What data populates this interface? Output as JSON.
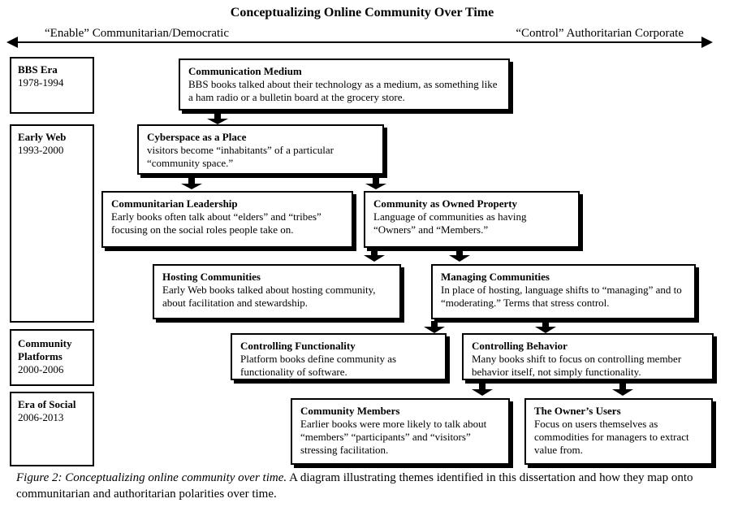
{
  "title": "Conceptualizing Online Community Over Time",
  "poles": {
    "left": "“Enable” Communitarian/Democratic",
    "right": "“Control” Authoritarian Corporate"
  },
  "eras": [
    {
      "name": "BBS Era",
      "years": "1978-1994"
    },
    {
      "name": "Early Web",
      "years": "1993-2000"
    },
    {
      "name": "Community Platforms",
      "years": "2000-2006"
    },
    {
      "name": "Era of Social",
      "years": "2006-2013"
    }
  ],
  "themes": [
    {
      "title": "Communication Medium",
      "text": "BBS books talked about their technology as a medium, as something like a ham radio or a bulletin board at the grocery store."
    },
    {
      "title": "Cyberspace as a Place",
      "text": "visitors become “inhabitants” of a particular “community space.”"
    },
    {
      "title": "Communitarian Leadership",
      "text": "Early books often talk about “elders” and “tribes” focusing on the social roles people take on."
    },
    {
      "title": "Community as Owned Property",
      "text": "Language of communities as having “Owners” and “Members.”"
    },
    {
      "title": "Hosting Communities",
      "text": "Early Web books talked about hosting community, about facilitation and stewardship."
    },
    {
      "title": "Managing Communities",
      "text": "In place of hosting, language shifts to “managing” and to “moderating.” Terms that stress control."
    },
    {
      "title": "Controlling Functionality",
      "text": "Platform books define community as functionality of software."
    },
    {
      "title": "Controlling Behavior",
      "text": "Many books shift to focus on controlling member behavior itself, not simply functionality."
    },
    {
      "title": "Community Members",
      "text": "Earlier books were more likely to talk about “members” “participants” and “visitors” stressing facilitation."
    },
    {
      "title": "The Owner’s Users",
      "text": "Focus on users themselves as commodities for managers to extract value from."
    }
  ],
  "caption": {
    "figure_label": "Figure 2: Conceptualizing online community over time.",
    "text": " A diagram illustrating themes identified in this dissertation and how they map onto communitarian and authoritarian polarities over time."
  }
}
